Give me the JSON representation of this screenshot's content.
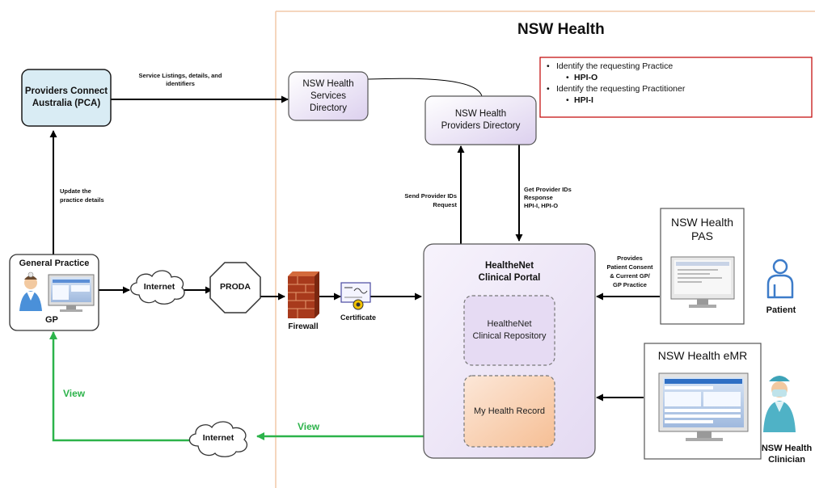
{
  "region_title": "NSW Health",
  "nodes": {
    "pca": "Providers Connect\nAustralia (PCA)",
    "services_directory": "NSW Health Services\nDirectory",
    "providers_directory": "NSW Health\nProviders Directory",
    "portal": "HealtheNet\nClinical Portal",
    "repository": "HealtheNet\nClinical Repository",
    "my_health_record": "My Health Record",
    "proda": "PRODA",
    "internet_top": "Internet",
    "internet_bottom": "Internet",
    "general_practice": "General Practice",
    "gp": "GP",
    "firewall": "Firewall",
    "certificate": "Certificate",
    "pas": "NSW Health\nPAS",
    "emr": "NSW Health eMR",
    "patient": "Patient",
    "clinician": "NSW Health\nClinician"
  },
  "edges": {
    "service_listings": "Service Listings, details, and\nidentifiers",
    "update_practice": "Update the\npractice details",
    "send_ids_request": "Send Provider IDs\nRequest",
    "get_ids_response": "Get Provider IDs\nResponse\nHPI-I, HPI-O",
    "provides_consent": "Provides\nPatient Consent\n& Current GP/\nGP Practice",
    "view_left": "View",
    "view_bottom": "View"
  },
  "notes": [
    {
      "text": "Identify the requesting Practice",
      "sub": "HPI-O"
    },
    {
      "text": "Identify the requesting Practitioner",
      "sub": "HPI-I"
    }
  ],
  "colors": {
    "region_border": "#f2c9a8",
    "flow_arrow": "#000000",
    "view_arrow": "#2cb34a",
    "note_border": "#c00000"
  },
  "icons": [
    "firewall-icon",
    "certificate-icon",
    "gp-doctor-icon",
    "patient-icon",
    "clinician-icon",
    "monitor-icon"
  ]
}
